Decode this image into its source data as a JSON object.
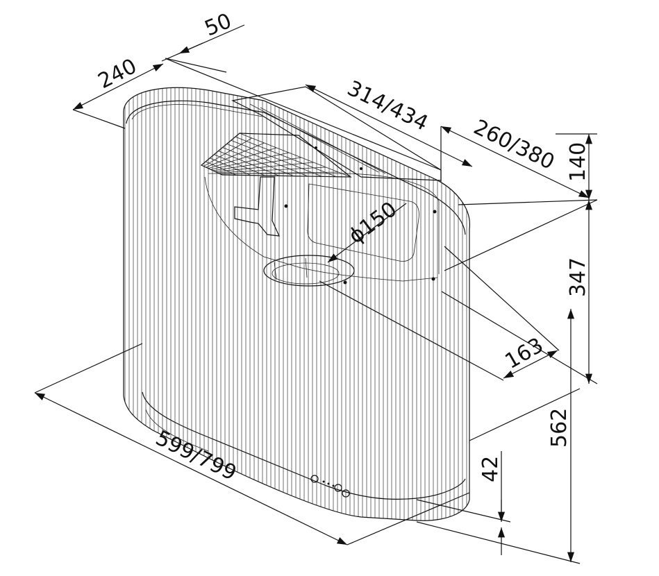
{
  "diagram": {
    "dimensions": {
      "d50": "50",
      "d240": "240",
      "d314_434": "314/434",
      "d260_380": "260/380",
      "d140": "140",
      "d347": "347",
      "d150": "ϕ150",
      "d163": "163",
      "d562": "562",
      "d599_799": "599/799",
      "d42": "42"
    }
  }
}
